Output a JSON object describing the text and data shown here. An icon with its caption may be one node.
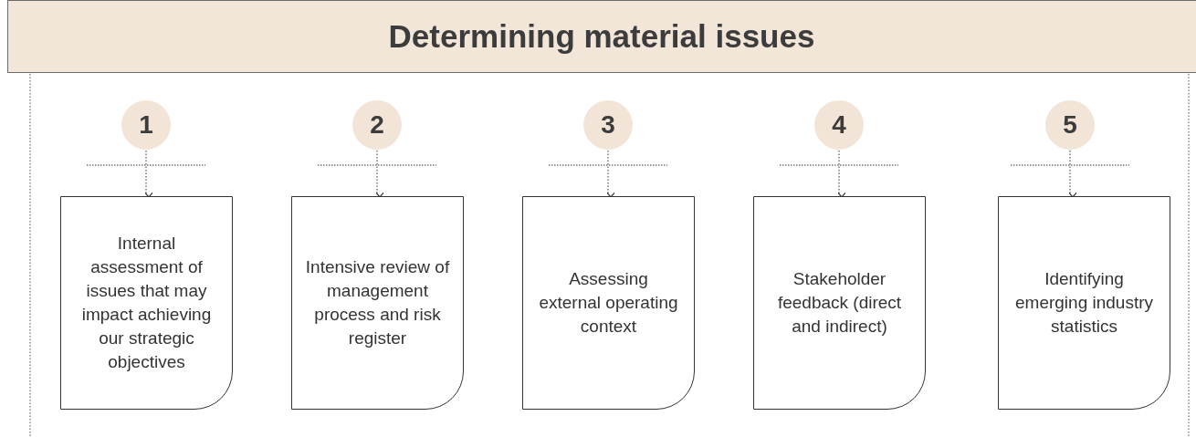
{
  "diagram": {
    "title": "Determining material issues",
    "nodes": [
      {
        "text": [
          "1"
        ]
      },
      {
        "text": [
          "2"
        ]
      },
      {
        "text": [
          "3"
        ]
      },
      {
        "text": [
          "4"
        ]
      },
      {
        "text": [
          "5"
        ]
      },
      {
        "text": [
          "Internal assessment of issues that may impact achieving our strategic objectives"
        ]
      },
      {
        "text": [
          "Intensive review of management process and risk register"
        ]
      },
      {
        "text": [
          "Assessing external operating context"
        ]
      },
      {
        "text": [
          "Stakeholder feedback (direct and indirect)"
        ]
      },
      {
        "text": [
          "Identifying emerging industry statistics"
        ]
      }
    ],
    "edges": [
      {
        "from": 0,
        "to": 5,
        "arrow": "to",
        "style": "dashed"
      },
      {
        "from": 1,
        "to": 6,
        "arrow": "to",
        "style": "dashed"
      },
      {
        "from": 2,
        "to": 7,
        "arrow": "to",
        "style": "dashed"
      },
      {
        "from": 3,
        "to": 8,
        "arrow": "to",
        "style": "dashed"
      },
      {
        "from": 4,
        "to": 9,
        "arrow": "to",
        "style": "dashed"
      }
    ]
  }
}
